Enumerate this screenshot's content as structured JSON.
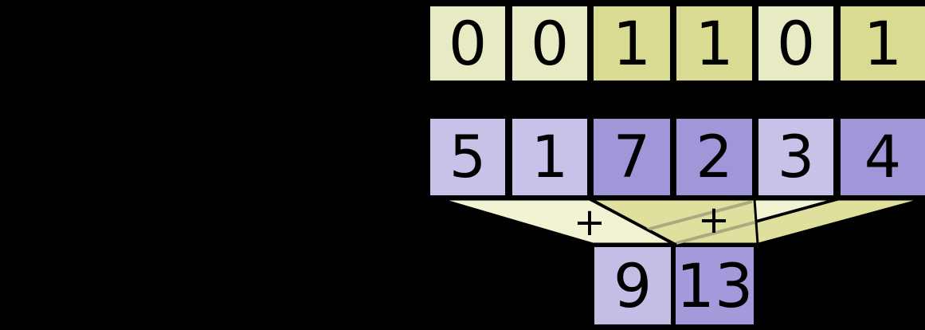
{
  "mask_row": {
    "cells": [
      {
        "value": "0",
        "color": "#e8eac3"
      },
      {
        "value": "0",
        "color": "#e8eac3"
      },
      {
        "value": "1",
        "color": "#dadb92"
      },
      {
        "value": "1",
        "color": "#dadb92"
      },
      {
        "value": "0",
        "color": "#e8eac3"
      },
      {
        "value": "1",
        "color": "#dadb92"
      }
    ]
  },
  "value_row": {
    "cells": [
      {
        "value": "5",
        "color": "#c9c2e8"
      },
      {
        "value": "1",
        "color": "#c9c2e8"
      },
      {
        "value": "7",
        "color": "#9f97d8"
      },
      {
        "value": "2",
        "color": "#9f97d8"
      },
      {
        "value": "3",
        "color": "#c9c2e8"
      },
      {
        "value": "4",
        "color": "#9f97d8"
      }
    ]
  },
  "result_row": {
    "cells": [
      {
        "value": "9",
        "color": "#c4bde6"
      },
      {
        "value": "13",
        "color": "#a29adb"
      }
    ]
  },
  "operators": {
    "left_plus": "+",
    "right_plus": "+"
  },
  "funnel": {
    "unmasked_fill": "#f2f3d3",
    "masked_fill": "#dfe09d",
    "hidden_edge_color": "#a9ab80",
    "outline": "#000000"
  },
  "canvas": {
    "background": "#000000",
    "digit_color": "#000000"
  }
}
